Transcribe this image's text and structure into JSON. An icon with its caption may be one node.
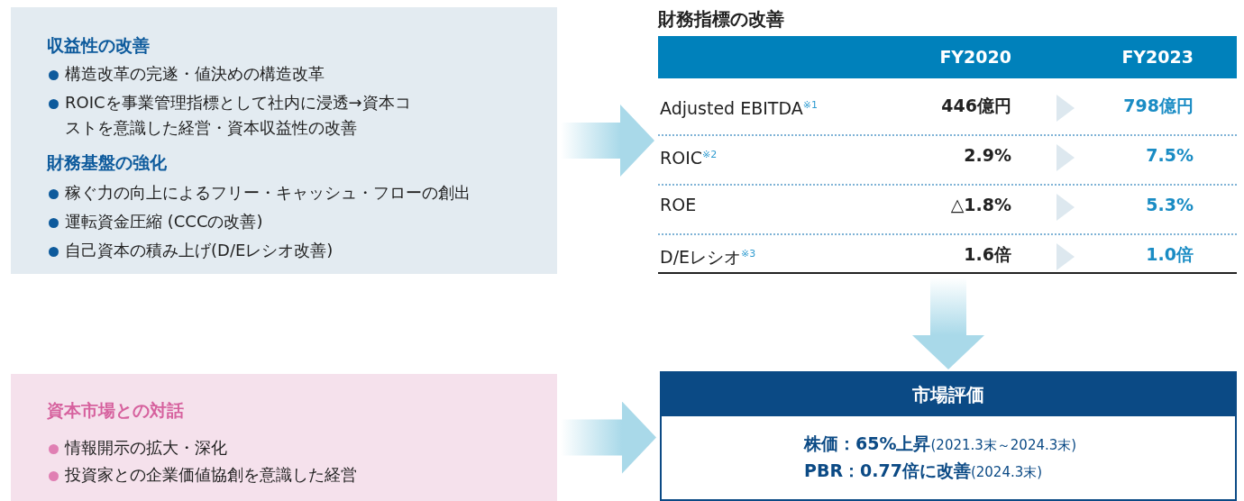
{
  "diagram": {
    "nodes": [
      {
        "text": [
          "収益性の改善",
          "構造改革の完遂・値決めの構造改革",
          "ROICを事業管理指標として社内に浸透→資本コストを意識した経営・資本収益性の改善",
          "財務基盤の強化",
          "稼ぐ力の向上によるフリー・キャッシュ・フローの創出",
          "運転資金圧縮 (CCCの改善)",
          "自己資本の積み上げ(D/Eレシオ改善)"
        ]
      },
      {
        "text": [
          "財務指標の改善"
        ]
      },
      {
        "text": [
          "資本市場との対話",
          "情報開示の拡大・深化",
          "投資家との企業価値協創を意識した経営"
        ]
      },
      {
        "text": [
          "市場評価",
          "**株価：65%上昇**(2021.3末～2024.3末)",
          "**PBR：0.77倍に改善**(2024.3末)"
        ]
      }
    ],
    "edges": [
      {
        "from": 0,
        "to": 1,
        "arrow": "to"
      },
      {
        "from": 1,
        "to": 3,
        "arrow": "to"
      },
      {
        "from": 2,
        "to": 3,
        "arrow": "to"
      }
    ],
    "labels": [
      "FY2020",
      "FY2023",
      "Adjusted EBITDA$^{※1}$",
      "446億円",
      "798億円",
      "ROIC$^{※2}$",
      "2.9%",
      "7.5%",
      "ROE",
      "△1.8%",
      "5.3%",
      "D/Eレシオ$^{※3}$",
      "1.6倍",
      "1.0倍"
    ]
  }
}
